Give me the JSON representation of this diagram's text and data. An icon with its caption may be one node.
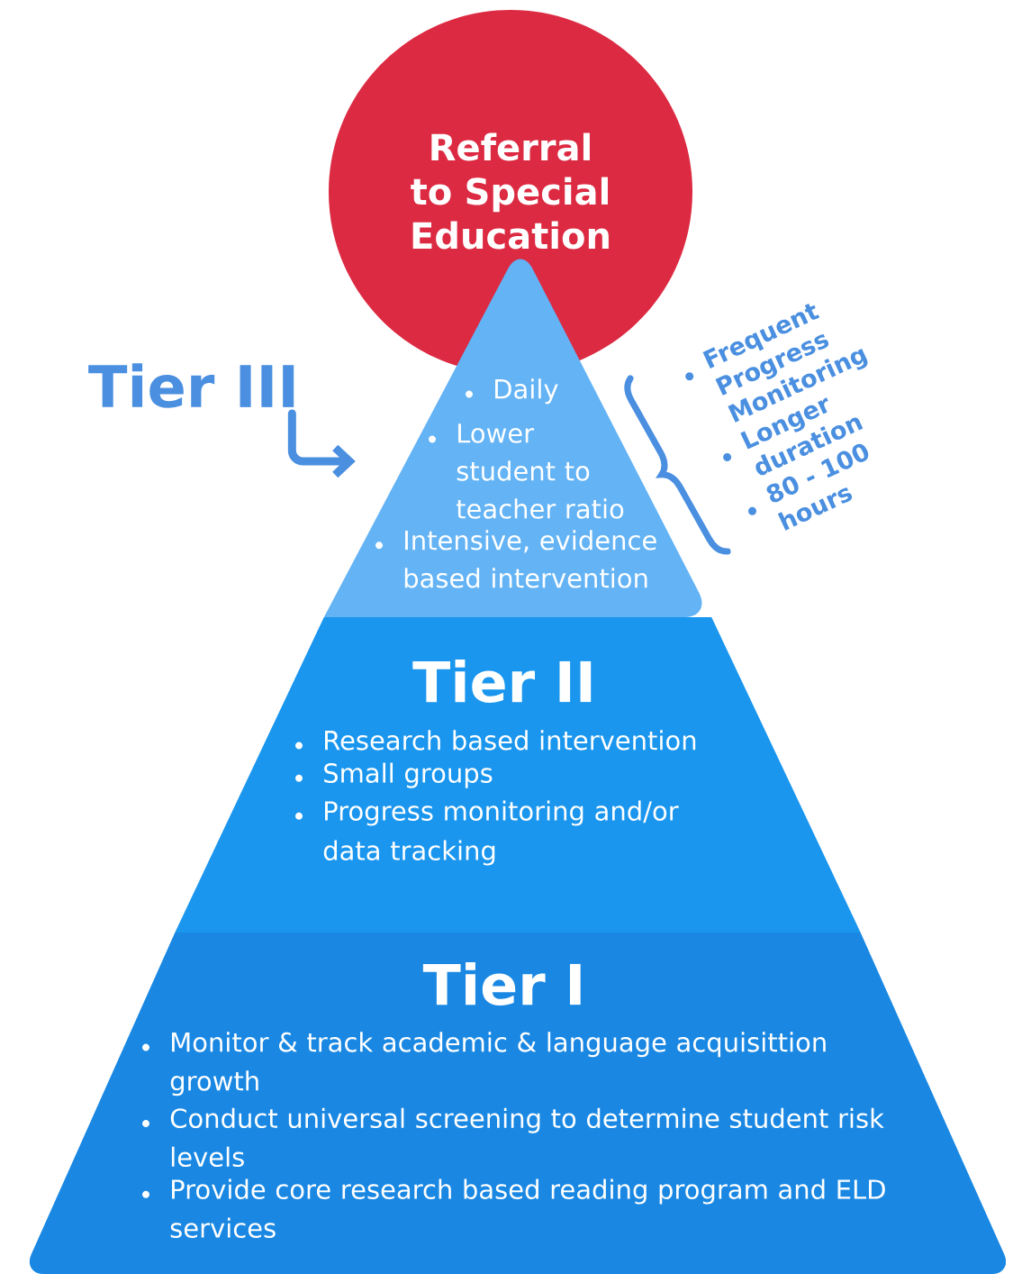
{
  "diagram": {
    "nodes": [
      {
        "text": [
          "Referral to Special Education"
        ]
      },
      {
        "text": [
          "Tier III"
        ]
      },
      {
        "text": [
          "Daily",
          "Lower student to teacher ratio",
          "Intensive, evidence based intervention"
        ]
      },
      {
        "text": [
          "Tier II",
          "Research based intervention",
          "Small groups",
          "Progress monitoring and/or data tracking"
        ]
      },
      {
        "text": [
          "Tier I",
          "Monitor & track academic & language acquisittion growth",
          "Conduct universal screening to determine student risk levels",
          "Provide core research based reading program and ELD services"
        ]
      }
    ],
    "edges": [
      {
        "from": 1,
        "to": 2,
        "arrow": "to"
      }
    ],
    "labels": [
      "Frequent Progress Monitoring",
      "Longer duration",
      "80 - 100 hours"
    ]
  }
}
